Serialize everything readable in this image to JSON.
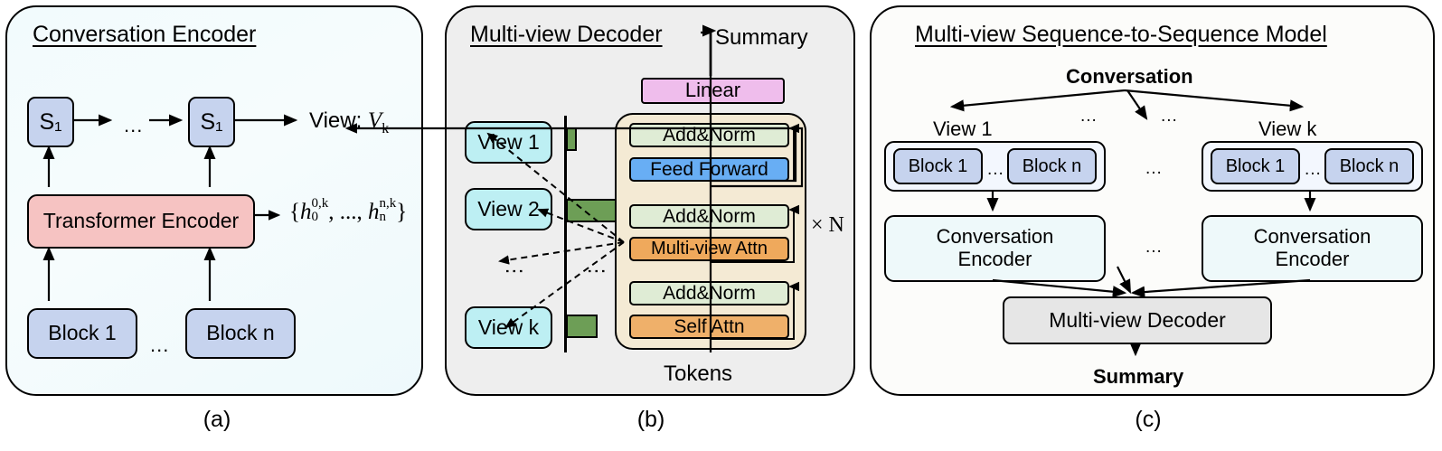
{
  "figure": {
    "panels": [
      {
        "id": "a",
        "title": "Conversation Encoder",
        "label": "(a)",
        "nodes": {
          "state_left": "S₁",
          "state_right": "S₁",
          "encoder": "Transformer Encoder",
          "block_first": "Block 1",
          "block_last": "Block n",
          "ellipsis_states": "...",
          "ellipsis_blocks": "..."
        },
        "outputs": {
          "view_label": "View: ",
          "view_symbol": "V",
          "view_subscript": "k",
          "hidden_open": "{",
          "hidden_h1": "h",
          "hidden_h1_sup": "0,k",
          "hidden_h1_sub": "0",
          "hidden_mid": ", ..., ",
          "hidden_h2": "h",
          "hidden_h2_sup": "n,k",
          "hidden_h2_sub": "n",
          "hidden_close": "}"
        }
      },
      {
        "id": "b",
        "title": "Multi-view Decoder",
        "label": "(b)",
        "io": {
          "top_output": "Summary",
          "bottom_input": "Tokens",
          "repeat": "× N"
        },
        "views": [
          {
            "label": "View 1",
            "bar_weight": 0.18
          },
          {
            "label": "View 2",
            "bar_weight": 1.0
          },
          {
            "label": "View k",
            "bar_weight": 0.52
          }
        ],
        "views_ellipsis": "⋮",
        "bars_ellipsis": "⋮",
        "stack": [
          {
            "label": "Linear",
            "color": "#efbdec"
          },
          {
            "label": "Add&Norm",
            "color": "#dfecd5"
          },
          {
            "label": "Feed Forward",
            "color": "#68aef4"
          },
          {
            "label": "Add&Norm",
            "color": "#dfecd5"
          },
          {
            "label": "Multi-view Attn",
            "color": "#efa95c"
          },
          {
            "label": "Add&Norm",
            "color": "#dfecd5"
          },
          {
            "label": "Self Attn",
            "color": "#efb06a"
          }
        ]
      },
      {
        "id": "c",
        "title": "Multi-view Sequence-to-Sequence Model",
        "label": "(c)",
        "input": "Conversation",
        "output": "Summary",
        "decoder": "Multi-view Decoder",
        "ellipsis_top_left": "...",
        "ellipsis_top_right": "...",
        "ellipsis_middle": "...",
        "ellipsis_lower": "...",
        "branches": [
          {
            "view_label": "View 1",
            "block_first": "Block 1",
            "block_last": "Block n",
            "block_ellipsis": "...",
            "encoder": "Conversation\nEncoder"
          },
          {
            "view_label": "View k",
            "block_first": "Block 1",
            "block_last": "Block n",
            "block_ellipsis": "...",
            "encoder": "Conversation\nEncoder"
          }
        ]
      }
    ]
  },
  "colors": {
    "block_blue": "#c6d3ee",
    "encoder_pink": "#f6c3c2",
    "view_cyan": "#bdeff3",
    "linear_lilac": "#efbdec",
    "addnorm_green": "#dfecd5",
    "feedforward_blue": "#68aef4",
    "attn_orange": "#efa95c",
    "stack_cream": "#f4ead4",
    "bar_green": "#6d9e56",
    "panel_b_bg": "#eeeeee",
    "decoder_grey": "#e6e6e6"
  }
}
